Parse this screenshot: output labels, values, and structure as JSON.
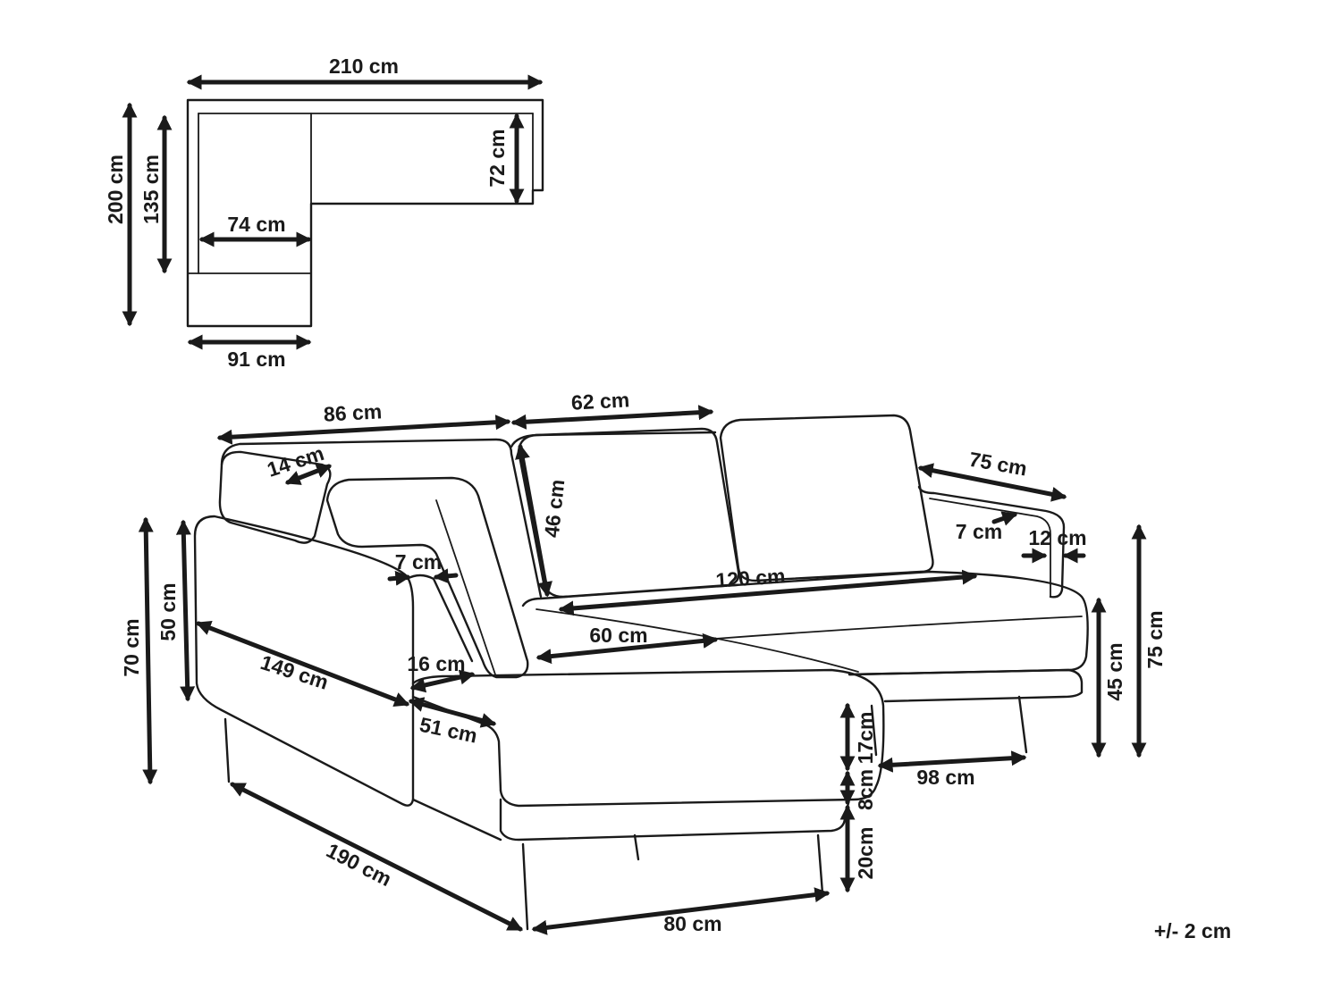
{
  "labels": {
    "top_width": "210 cm",
    "top_depth_total": "200 cm",
    "top_depth_inner": "135 cm",
    "top_seat_depth": "72 cm",
    "top_chaise_inner": "74 cm",
    "top_chaise_width": "91 cm",
    "back_length_left": "86 cm",
    "cushion_width": "62 cm",
    "cushion_height": "46 cm",
    "pillow_depth": "14 cm",
    "arm_length": "75 cm",
    "arm_gap": "7 cm",
    "arm_width": "12 cm",
    "total_height": "70 cm",
    "side_height": "50 cm",
    "side_arm_width": "7 cm",
    "seat_width_main": "120 cm",
    "seat_depth_corner": "60 cm",
    "chaise_length": "149 cm",
    "chaise_arm_width": "16 cm",
    "chaise_seat_width": "51 cm",
    "base_length": "190 cm",
    "base_width": "80 cm",
    "cushion_thickness": "17cm",
    "base_thickness": "8cm",
    "leg_height": "20cm",
    "right_section_width": "98 cm",
    "seat_height": "45 cm",
    "arm_height": "75 cm",
    "tolerance": "+/- 2 cm"
  }
}
